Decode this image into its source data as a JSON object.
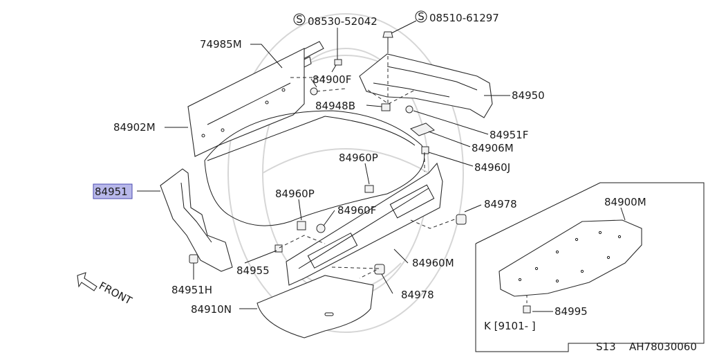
{
  "callouts": {
    "c_08530": "08530-52042",
    "c_08510": "08510-61297",
    "c_74985M": "74985M",
    "c_84900F": "84900F",
    "c_84950": "84950",
    "c_84948B": "84948B",
    "c_84902M": "84902M",
    "c_84951F": "84951F",
    "c_84906M": "84906M",
    "c_84960J": "84960J",
    "c_84960P_top": "84960P",
    "c_84951": "84951",
    "c_84960P": "84960P",
    "c_84960F": "84960F",
    "c_84978_top": "84978",
    "c_84900M": "84900M",
    "c_84955": "84955",
    "c_84960M": "84960M",
    "c_84951H": "84951H",
    "c_84978_bot": "84978",
    "c_84910N": "84910N",
    "c_84995": "84995"
  },
  "s_symbol": "S",
  "front_label": "FRONT",
  "variant_note": "K [9101-     ]",
  "footer": {
    "model": "S13",
    "code": "AH78030060"
  },
  "colors": {
    "line": "#1a1a1a",
    "highlight": "#b8b8ea",
    "watermark": "#d6d6d6"
  }
}
